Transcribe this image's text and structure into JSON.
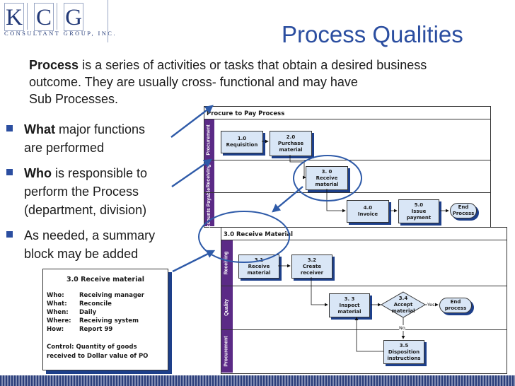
{
  "logo": {
    "letters": [
      "K",
      "C",
      "G"
    ],
    "subtitle": "CONSULTANT GROUP, INC."
  },
  "title": "Process Qualities",
  "intro": {
    "bold": "Process",
    "line1": " is a series of activities or tasks that obtain a desired business",
    "line2": "outcome.  They are usually cross- functional and may have",
    "line3": "Sub Processes."
  },
  "bullets": [
    {
      "bold": "What",
      "line1": " major functions",
      "line2": "are performed"
    },
    {
      "bold": "Who",
      "line1": " is responsible to",
      "line2": "perform the Process",
      "line3": "(department, division)"
    },
    {
      "bold": "",
      "line1": "As needed, a summary",
      "line2": "block may be added"
    }
  ],
  "top_diagram": {
    "title": "Procure to Pay Process",
    "lanes": [
      "Procurement",
      "Receiving",
      "Accounts Payable"
    ],
    "nodes": {
      "n1": {
        "num": "1.0",
        "label": "Requisition"
      },
      "n2": {
        "num": "2.0",
        "label1": "Purchase",
        "label2": "material"
      },
      "n3": {
        "num": "3. 0",
        "label1": "Receive",
        "label2": "material"
      },
      "n4": {
        "num": "4.0",
        "label": "Invoice"
      },
      "n5": {
        "num": "5.0",
        "label1": "Issue",
        "label2": "payment"
      },
      "end": {
        "label1": "End",
        "label2": "Process"
      }
    }
  },
  "bottom_diagram": {
    "title": "3.0 Receive Material",
    "lanes": [
      "Receiving",
      "Quality",
      "Procurement"
    ],
    "nodes": {
      "n31": {
        "num": "3.1",
        "label1": "Receive",
        "label2": "material"
      },
      "n32": {
        "num": "3.2",
        "label1": "Create",
        "label2": "receiver"
      },
      "n33": {
        "num": "3. 3",
        "label1": "Inspect",
        "label2": "material"
      },
      "n34": {
        "num": "3.4",
        "label1": "Accept",
        "label2": "material"
      },
      "n35": {
        "num": "3.5",
        "label1": "Disposition",
        "label2": "instructions"
      },
      "end": {
        "label1": "End",
        "label2": "process"
      }
    },
    "edge_labels": {
      "yes": "Yes",
      "no": "No"
    }
  },
  "summary": {
    "title": "3.0 Receive material",
    "rows": [
      {
        "k": "Who:",
        "v": "Receiving manager"
      },
      {
        "k": "What:",
        "v": "Reconcile"
      },
      {
        "k": "When:",
        "v": "Daily"
      },
      {
        "k": "Where:",
        "v": "Receiving system"
      },
      {
        "k": "How:",
        "v": "Report 99"
      }
    ],
    "control1": "Control:  Quantity of goods",
    "control2": "received to Dollar value of PO"
  },
  "colors": {
    "title_blue": "#2b4ea0",
    "lane_purple": "#5b2a86",
    "node_fill": "#d9e6f6",
    "shadow_blue": "#1d3f8a",
    "arrow_blue": "#2e5aa8"
  }
}
